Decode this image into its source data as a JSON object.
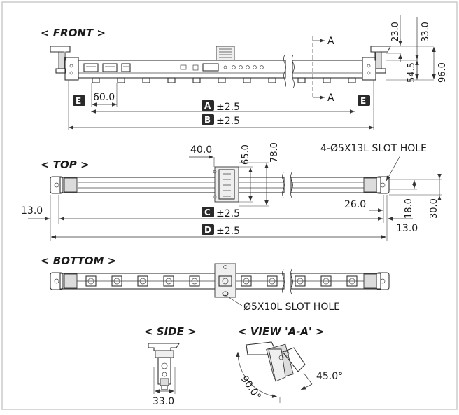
{
  "views": {
    "front": "< FRONT >",
    "top": "< TOP >",
    "bottom": "< BOTTOM >",
    "side": "< SIDE >",
    "view_aa": "< VIEW 'A-A' >"
  },
  "section_marker": {
    "letter": "A",
    "top_label": "A",
    "bottom_label": "A"
  },
  "front": {
    "dim_23": "23.0",
    "dim_33": "33.0",
    "dim_54_5": "54.5",
    "dim_96": "96.0",
    "dim_60": "60.0",
    "box_e": "E",
    "box_a": "A",
    "tol_a": "±2.5",
    "box_b": "B",
    "tol_b": "±2.5"
  },
  "top": {
    "dim_40": "40.0",
    "dim_65": "65.0",
    "dim_78": "78.0",
    "slot_note": "4-Ø5X13L SLOT HOLE",
    "dim_13_left": "13.0",
    "dim_26": "26.0",
    "dim_18": "18.0",
    "dim_30": "30.0",
    "dim_13_right": "13.0",
    "box_c": "C",
    "tol_c": "±2.5",
    "box_d": "D",
    "tol_d": "±2.5"
  },
  "bottom": {
    "slot_note": "Ø5X10L SLOT HOLE"
  },
  "side": {
    "dim_33": "33.0"
  },
  "view_aa": {
    "angle_90": "90.0°",
    "angle_45": "45.0°"
  },
  "colors": {
    "line": "#333333",
    "box_fill": "#2a2a2a",
    "frame": "#cccccc"
  }
}
